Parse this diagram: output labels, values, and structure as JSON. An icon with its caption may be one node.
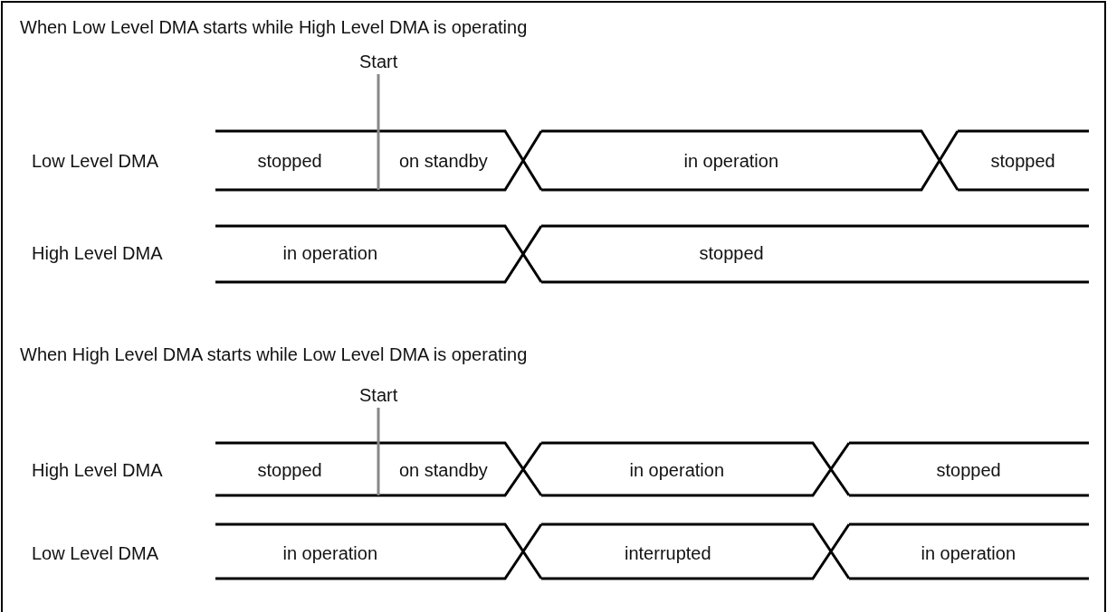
{
  "diagram": {
    "labels": [
      "When Low Level DMA starts while High Level DMA is operating",
      "Start",
      "Low Level DMA",
      "stopped",
      "on standby",
      "in operation",
      "stopped",
      "High Level DMA",
      "in operation",
      "stopped",
      "When High Level DMA starts while Low Level DMA is operating",
      "Start",
      "High Level DMA",
      "stopped",
      "on standby",
      "in operation",
      "stopped",
      "Low Level DMA",
      "in operation",
      "interrupted",
      "in operation"
    ]
  }
}
